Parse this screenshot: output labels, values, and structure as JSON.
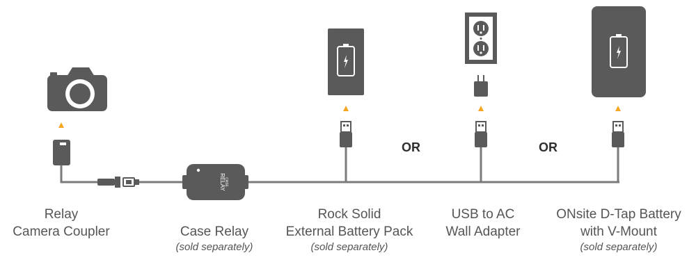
{
  "colors": {
    "device": "#5a5a5a",
    "cable": "#7b7b7b",
    "arrow": "#f5a623",
    "text": "#555555",
    "or_text": "#2f2f2f"
  },
  "icons": [
    "camera-icon",
    "battery-icon",
    "wall-outlet-icon",
    "usb-plug-icon",
    "barrel-connector-icon"
  ],
  "relay_logo": {
    "line1": "CASE",
    "line2": "RELAY"
  },
  "labels": {
    "coupler": {
      "line1": "Relay",
      "line2": "Camera Coupler"
    },
    "case_relay": {
      "line1": "Case Relay",
      "sub": "(sold separately)"
    },
    "rock_solid": {
      "line1": "Rock Solid",
      "line2": "External Battery Pack",
      "sub": "(sold separately)"
    },
    "usb_ac": {
      "line1": "USB to AC",
      "line2": "Wall Adapter"
    },
    "onsite": {
      "line1": "ONsite D-Tap Battery",
      "line2": "with V-Mount",
      "sub": "(sold separately)"
    }
  },
  "or_labels": [
    "OR",
    "OR"
  ]
}
